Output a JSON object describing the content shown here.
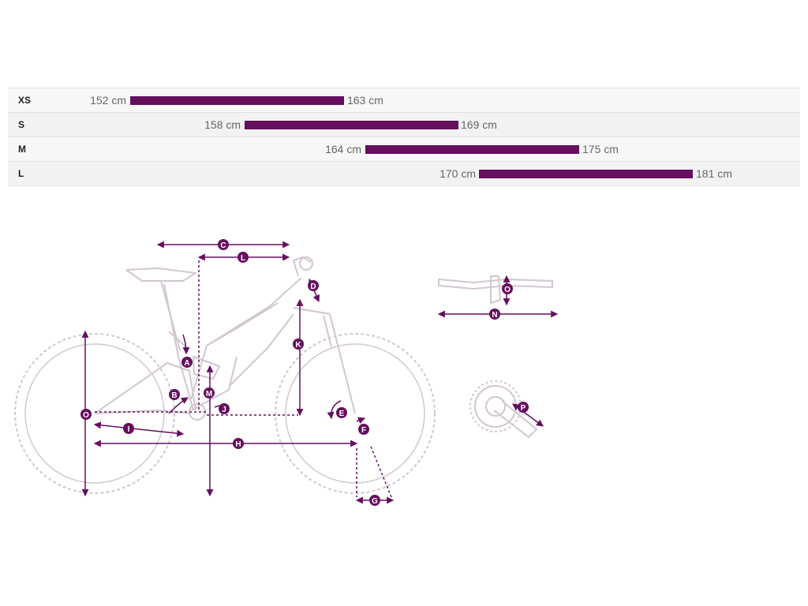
{
  "size_chart": {
    "rows": [
      {
        "size": "XS",
        "min": "152 cm",
        "max": "163 cm"
      },
      {
        "size": "S",
        "min": "158 cm",
        "max": "169 cm"
      },
      {
        "size": "M",
        "min": "164 cm",
        "max": "175 cm"
      },
      {
        "size": "L",
        "min": "170 cm",
        "max": "181 cm"
      }
    ]
  },
  "geometry_labels": {
    "A": "A",
    "B": "B",
    "C": "C",
    "D": "D",
    "E": "E",
    "F": "F",
    "G": "G",
    "H": "H",
    "I": "I",
    "J": "J",
    "K": "K",
    "L": "L",
    "M": "M",
    "N": "N",
    "O": "O",
    "P": "P",
    "Q": "O"
  },
  "colors": {
    "accent": "#650f5e",
    "line": "#d2c6d0"
  }
}
